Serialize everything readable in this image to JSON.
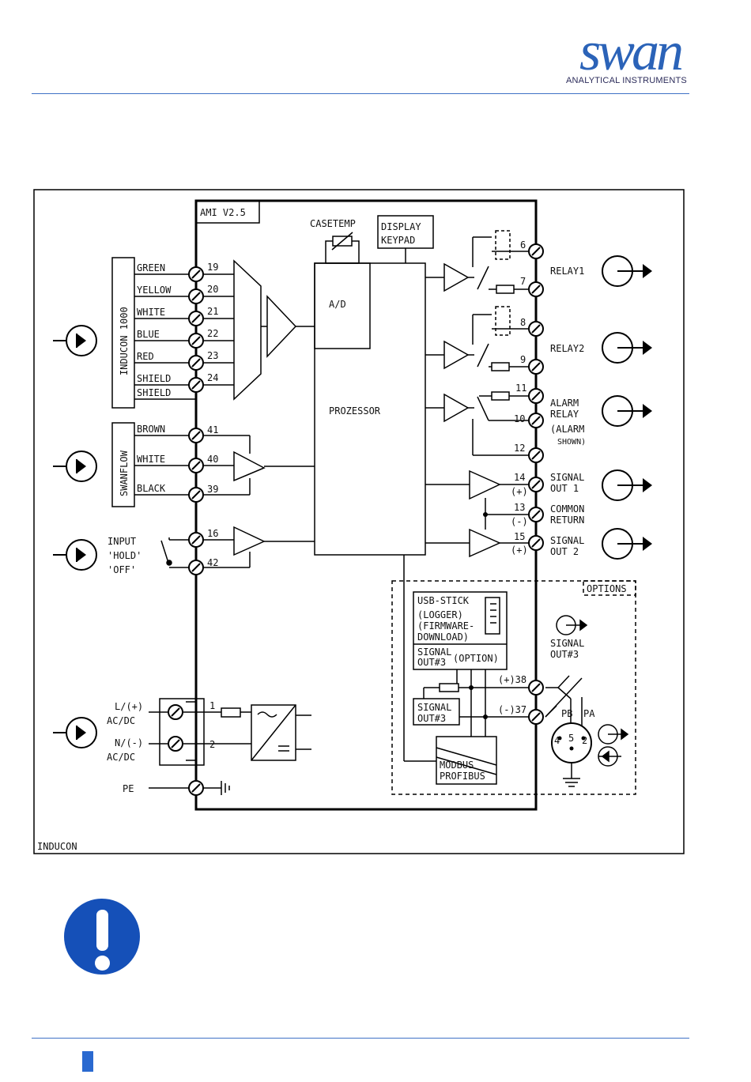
{
  "brand": {
    "name": "swan",
    "subtitle": "ANALYTICAL INSTRUMENTS",
    "color": "#2b63b8"
  },
  "accent_color": "#2a69d0",
  "diagram": {
    "frame_label": "INDUCON",
    "version_label": "AMI V2.5",
    "casetemp": "CASETEMP",
    "display1": "DISPLAY",
    "display2": "KEYPAD",
    "ad": "A/D",
    "processor": "PROZESSOR",
    "inducon_label": "INDUCON 1000",
    "swanflow_label": "SWANFLOW",
    "wires": {
      "green": "GREEN",
      "yellow": "YELLOW",
      "white": "WHITE",
      "blue": "BLUE",
      "red": "RED",
      "shield1": "SHIELD",
      "shield2": "SHIELD",
      "brown": "BROWN",
      "white2": "WHITE",
      "black": "BLACK"
    },
    "terminals": {
      "t19": "19",
      "t20": "20",
      "t21": "21",
      "t22": "22",
      "t23": "23",
      "t24": "24",
      "t41": "41",
      "t40": "40",
      "t39": "39",
      "t16": "16",
      "t42": "42",
      "t1": "1",
      "t2": "2",
      "t6": "6",
      "t7": "7",
      "t8": "8",
      "t9": "9",
      "t11": "11",
      "t10": "10",
      "t12": "12",
      "t14": "14",
      "t13": "13",
      "t15": "15",
      "t38": "(+)38",
      "t37": "(-)37"
    },
    "input_hold": {
      "l1": "INPUT",
      "l2": "'HOLD'",
      "l3": "'OFF'"
    },
    "power": {
      "l_ac": "L/(+)",
      "l_acdc": "AC/DC",
      "n_ac": "N/(-)",
      "n_acdc": "AC/DC",
      "pe": "PE"
    },
    "outputs": {
      "relay1": "RELAY1",
      "relay2": "RELAY2",
      "alarm1": "ALARM",
      "alarm2": "RELAY",
      "alarm3": "(ALARM",
      "alarm4": "SHOWN)",
      "sig1a": "SIGNAL",
      "sig1b": "OUT 1",
      "sig1p": "(+)",
      "commona": "COMMON",
      "commonb": "RETURN",
      "commonm": "(-)",
      "sig2a": "SIGNAL",
      "sig2b": "OUT 2",
      "sig2p": "(+)"
    },
    "options": {
      "title": "OPTIONS",
      "usb1": "USB-STICK",
      "usb2": "(LOGGER)",
      "usb3": "(FIRMWARE-",
      "usb4": "DOWNLOAD)",
      "sig3a": "SIGNAL",
      "sig3b": "OUT#3",
      "sig3opt": "(OPTION)",
      "sig3c": "SIGNAL",
      "sig3d": "OUT#3",
      "ext_sig_a": "SIGNAL",
      "ext_sig_b": "OUT#3",
      "modbus": "MODBUS",
      "profibus": "PROFIBUS",
      "pb": "PB",
      "pa": "PA",
      "pin4": "4",
      "pin5": "5",
      "pin2": "2"
    }
  }
}
